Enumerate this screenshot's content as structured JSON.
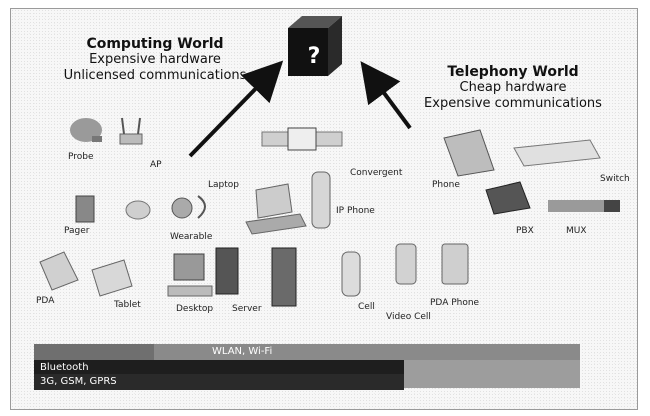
{
  "center": {
    "symbol": "?"
  },
  "computing": {
    "title": "Computing World",
    "line1": "Expensive hardware",
    "line2": "Unlicensed communications"
  },
  "telephony": {
    "title": "Telephony World",
    "line1": "Cheap hardware",
    "line2": "Expensive communications"
  },
  "devices": {
    "probe": "Probe",
    "ap": "AP",
    "pager": "Pager",
    "wearable": "Wearable",
    "laptop": "Laptop",
    "convergent": "Convergent",
    "ip_phone": "IP Phone",
    "phone": "Phone",
    "switch": "Switch",
    "pbx": "PBX",
    "mux": "MUX",
    "pda": "PDA",
    "tablet": "Tablet",
    "desktop": "Desktop",
    "server": "Server",
    "cell": "Cell",
    "video_cell": "Video Cell",
    "pda_phone": "PDA Phone"
  },
  "bars": {
    "wlan": "WLAN, Wi-Fi",
    "bluetooth": "Bluetooth",
    "cellular": "3G, GSM, GPRS"
  }
}
